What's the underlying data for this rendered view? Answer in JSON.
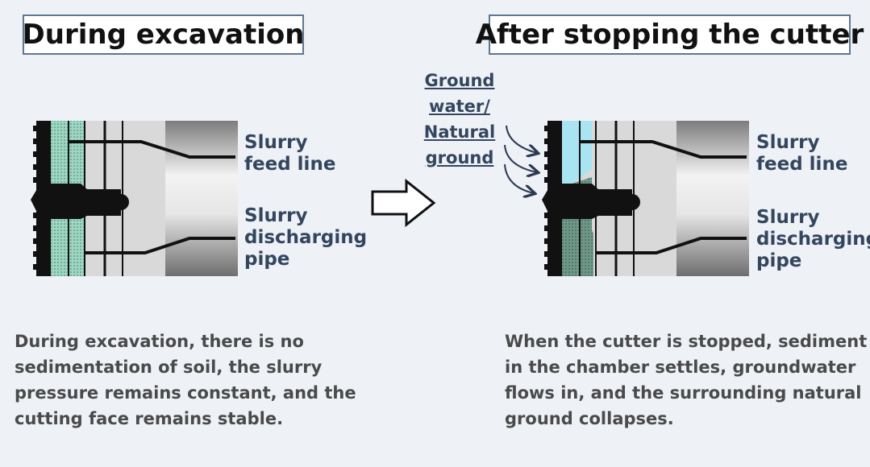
{
  "left_panel": {
    "title": "During excavation",
    "feed_label": [
      "Slurry",
      "feed line"
    ],
    "discharge_label": [
      "Slurry",
      "discharging",
      "pipe"
    ],
    "description": [
      "During excavation, there is no",
      "sedimentation of soil, the slurry",
      "pressure remains constant, and the",
      "cutting face remains stable."
    ]
  },
  "right_panel": {
    "title": "After stopping the cutter",
    "feed_label": [
      "Slurry",
      "feed line"
    ],
    "discharge_label": [
      "Slurry",
      "discharging",
      "pipe"
    ],
    "ground_label": [
      "Ground",
      "water/",
      "Natural",
      "ground"
    ],
    "description": [
      "When the cutter is stopped, sediment",
      "in the chamber settles, groundwater",
      "flows in, and the surrounding natural",
      "ground collapses."
    ]
  },
  "colors": {
    "label_text": "#34465f",
    "slurry_green": "#9ed6c2",
    "sediment_green": "#6f9889",
    "groundwater_blue": "#a8e4f2",
    "chamber_gray": "#d9d9d9"
  }
}
